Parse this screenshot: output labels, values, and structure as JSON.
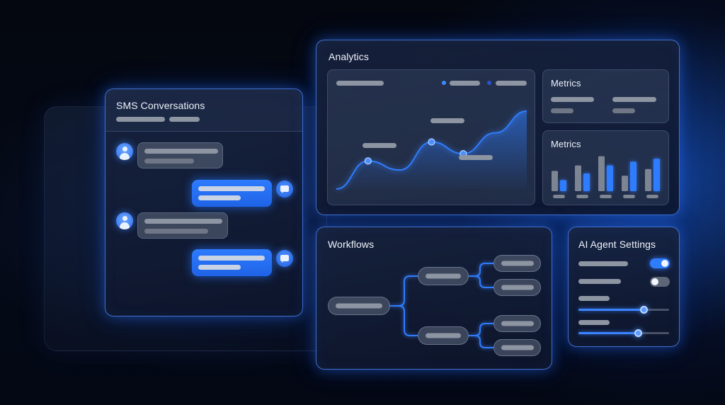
{
  "sms": {
    "title": "SMS Conversations",
    "messages": [
      {
        "direction": "incoming",
        "icon": "user-avatar-icon"
      },
      {
        "direction": "outgoing",
        "icon": "chat-bubble-icon"
      },
      {
        "direction": "incoming",
        "icon": "user-avatar-icon"
      },
      {
        "direction": "outgoing",
        "icon": "chat-bubble-icon"
      }
    ]
  },
  "analytics": {
    "title": "Analytics",
    "metrics_top_title": "Metrics",
    "metrics_bottom_title": "Metrics",
    "chart_data": {
      "type": "area",
      "x": [
        0,
        1,
        2,
        3,
        4,
        5,
        6
      ],
      "values": [
        0,
        0.31,
        0.21,
        0.52,
        0.39,
        0.62,
        0.86
      ],
      "point_markers": [
        1,
        3,
        4
      ],
      "ylim": [
        0,
        1
      ],
      "line_color": "#2f7dff",
      "legend_dot_colors": [
        "#3a8bff",
        "#2a55c8"
      ]
    },
    "bar_chart": {
      "type": "bar",
      "series": [
        {
          "color": "#7d8593",
          "values": [
            0.55,
            0.7,
            0.95,
            0.42,
            0.6
          ]
        },
        {
          "color": "#2f7dff",
          "values": [
            0.3,
            0.48,
            0.7,
            0.8,
            0.88
          ]
        }
      ],
      "ylim": [
        0,
        1
      ]
    }
  },
  "workflows": {
    "title": "Workflows",
    "icon": "flow-connector"
  },
  "ai": {
    "title": "AI Agent Settings",
    "toggles": [
      {
        "on": true,
        "color": "#2f7dff"
      },
      {
        "on": false,
        "color": "#5d6676"
      }
    ],
    "sliders": [
      0.72,
      0.66
    ]
  },
  "colors": {
    "accent": "#2f7dff",
    "panel_border": "#508cff",
    "placeholder_bar": "#8d95a3"
  }
}
